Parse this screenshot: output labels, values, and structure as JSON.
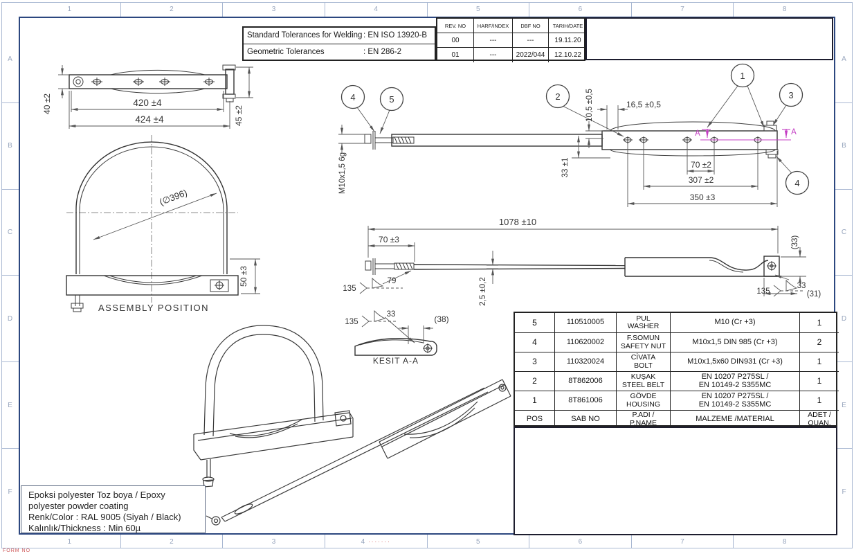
{
  "sheet": {
    "zone_cols": [
      "1",
      "2",
      "3",
      "4",
      "5",
      "6",
      "7",
      "8"
    ],
    "zone_rows": [
      "A",
      "B",
      "C",
      "D",
      "E",
      "F"
    ],
    "form_no": "FORM NO",
    "redaction_dots": "·······"
  },
  "tolerance_table": {
    "rows": [
      {
        "label": "Standard Tolerances for Welding",
        "value": ": EN ISO 13920-B"
      },
      {
        "label": "Geometric Tolerances",
        "value": ": EN 286-2"
      }
    ]
  },
  "revision_table": {
    "headers": [
      "REV. NO",
      "HARF/INDEX",
      "DBF NO",
      "TARIH/DATE"
    ],
    "rows": [
      [
        "00",
        "---",
        "---",
        "19.11.20"
      ],
      [
        "01",
        "---",
        "2022/044",
        "12.10.22"
      ]
    ]
  },
  "parts_table": {
    "rows": [
      {
        "pos": "5",
        "sab_no": "110510005",
        "name1": "PUL",
        "name2": "WASHER",
        "material1": "M10 (Cr +3)",
        "material2": "",
        "qty": "1"
      },
      {
        "pos": "4",
        "sab_no": "110620002",
        "name1": "F.SOMUN",
        "name2": "SAFETY NUT",
        "material1": "M10x1,5 DIN 985 (Cr +3)",
        "material2": "",
        "qty": "2"
      },
      {
        "pos": "3",
        "sab_no": "110320024",
        "name1": "CİVATA",
        "name2": "BOLT",
        "material1": "M10x1,5x60 DIN931 (Cr +3)",
        "material2": "",
        "qty": "1"
      },
      {
        "pos": "2",
        "sab_no": "8T862006",
        "name1": "KUŞAK",
        "name2": "STEEL BELT",
        "material1": "EN 10207 P275SL /",
        "material2": "EN 10149-2 S355MC",
        "qty": "1"
      },
      {
        "pos": "1",
        "sab_no": "8T861006",
        "name1": "GÖVDE",
        "name2": "HOUSING",
        "material1": "EN 10207 P275SL /",
        "material2": "EN 10149-2 S355MC",
        "qty": "1"
      }
    ],
    "footer": {
      "pos": "POS",
      "sab_no": "SAB NO",
      "name1": "P.ADI /",
      "name2": "P.NAME",
      "material": "MALZEME /MATERIAL",
      "qty1": "ADET /",
      "qty2": "QUAN."
    }
  },
  "coating_note": {
    "line1": "Epoksi polyester Toz boya / Epoxy",
    "line2": "polyester powder coating",
    "line3": "Renk/Color : RAL 9005 (Siyah / Black)",
    "line4": "Kalınlık/Thickness : Min 60µ"
  },
  "views": {
    "top": {
      "d40": "40 ±2",
      "d420": "420 ±4",
      "d424": "424 ±4",
      "d45": "45 ±2"
    },
    "assembly": {
      "label": "ASSEMBLY POSITION",
      "dia": "(∅396)",
      "d50": "50 ±3"
    },
    "rod": {
      "b4a": "4",
      "b5": "5",
      "b2": "2",
      "b1": "1",
      "b3": "3",
      "b4b": "4",
      "thread": "M10x1,5 6g",
      "d33": "33 ±1",
      "d105": "10,5 ±0,5",
      "d165": "16,5 ±0,5",
      "d70": "70 ±2",
      "d307": "307 ±2",
      "d350": "350 ±3",
      "secA": "A"
    },
    "length": {
      "d1078": "1078 ±10",
      "d70": "70 ±3",
      "d25": "2,5 ±0,2",
      "w135a": "135",
      "w79": "79",
      "w135b": "135",
      "w33": "33",
      "d33p": "(33)",
      "d31p": "(31)"
    },
    "section": {
      "label": "KESIT A-A",
      "w135": "135",
      "w33": "33",
      "d38": "(38)"
    }
  },
  "colors": {
    "frame": "#2c477f",
    "section_marker": "#c43ec4",
    "form_no_red": "#d05a5a"
  }
}
